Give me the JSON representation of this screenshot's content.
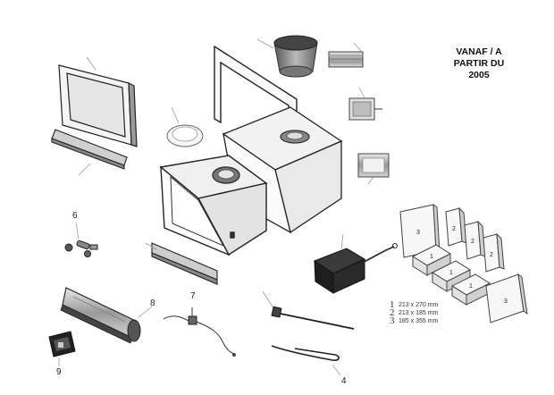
{
  "heading": {
    "line1": "VANAF / A",
    "line2": "PARTIR DU",
    "line3": "2005"
  },
  "part_numbers": {
    "n4": "4",
    "n6": "6",
    "n7": "7",
    "n8": "8",
    "n9": "9"
  },
  "brick_labels": {
    "b1a": "1",
    "b1b": "1",
    "b1c": "1",
    "b2a": "2",
    "b2b": "2",
    "b2c": "2",
    "b3a": "3",
    "b3b": "3"
  },
  "dimensions": [
    {
      "key": "1",
      "size": "213 x 270 mm"
    },
    {
      "key": "2",
      "size": "213 x 185 mm"
    },
    {
      "key": "3",
      "size": "185 x 355 mm"
    }
  ]
}
